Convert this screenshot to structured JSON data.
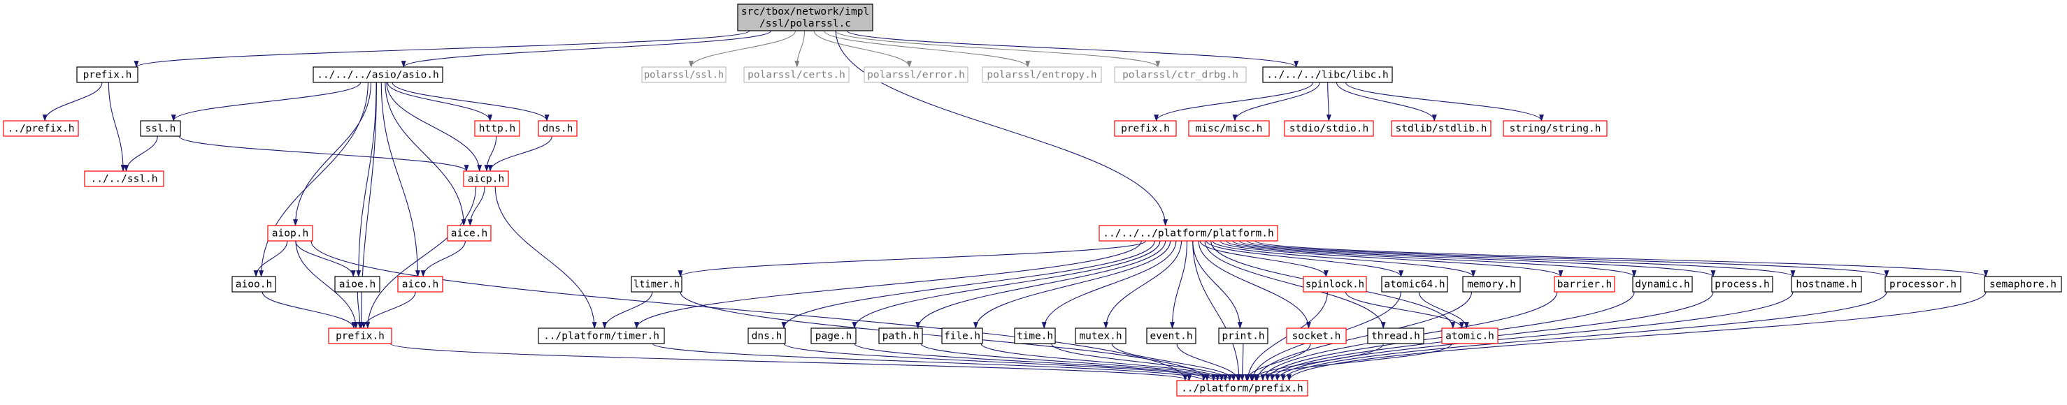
{
  "colors": {
    "edge": "#191970",
    "gray_edge": "#808080",
    "red_border": "#ff0000",
    "black_border": "#000000",
    "gray_border": "#bfbfbf",
    "root_fill": "#bfbfbf",
    "text": "#000000"
  },
  "nodes": [
    {
      "id": "root",
      "lines": [
        "src/tbox/network/impl",
        "/ssl/polarssl.c"
      ],
      "style": "root"
    },
    {
      "id": "prefix_h",
      "lines": [
        "prefix.h"
      ],
      "style": "black"
    },
    {
      "id": "asio_h",
      "lines": [
        "../../../asio/asio.h"
      ],
      "style": "black"
    },
    {
      "id": "polarssl_ssl_h",
      "lines": [
        "polarssl/ssl.h"
      ],
      "style": "gray"
    },
    {
      "id": "polarssl_certs_h",
      "lines": [
        "polarssl/certs.h"
      ],
      "style": "gray"
    },
    {
      "id": "polarssl_error_h",
      "lines": [
        "polarssl/error.h"
      ],
      "style": "gray"
    },
    {
      "id": "polarssl_entropy_h",
      "lines": [
        "polarssl/entropy.h"
      ],
      "style": "gray"
    },
    {
      "id": "polarssl_ctr_drbg_h",
      "lines": [
        "polarssl/ctr_drbg.h"
      ],
      "style": "gray"
    },
    {
      "id": "libc_h",
      "lines": [
        "../../../libc/libc.h"
      ],
      "style": "black"
    },
    {
      "id": "up_prefix_h",
      "lines": [
        "../prefix.h"
      ],
      "style": "red"
    },
    {
      "id": "up_ssl_h",
      "lines": [
        "../../ssl.h"
      ],
      "style": "red"
    },
    {
      "id": "ssl_h",
      "lines": [
        "ssl.h"
      ],
      "style": "black"
    },
    {
      "id": "http_h",
      "lines": [
        "http.h"
      ],
      "style": "red"
    },
    {
      "id": "dns_h_top",
      "lines": [
        "dns.h"
      ],
      "style": "red"
    },
    {
      "id": "aicp_h",
      "lines": [
        "aicp.h"
      ],
      "style": "red"
    },
    {
      "id": "aice_h",
      "lines": [
        "aice.h"
      ],
      "style": "red"
    },
    {
      "id": "aiop_h",
      "lines": [
        "aiop.h"
      ],
      "style": "red"
    },
    {
      "id": "aioo_h",
      "lines": [
        "aioo.h"
      ],
      "style": "black"
    },
    {
      "id": "aioe_h",
      "lines": [
        "aioe.h"
      ],
      "style": "black"
    },
    {
      "id": "aico_h",
      "lines": [
        "aico.h"
      ],
      "style": "red"
    },
    {
      "id": "asio_prefix_h",
      "lines": [
        "prefix.h"
      ],
      "style": "red"
    },
    {
      "id": "platform_timer_h",
      "lines": [
        "../platform/timer.h"
      ],
      "style": "black"
    },
    {
      "id": "libc_prefix_h",
      "lines": [
        "prefix.h"
      ],
      "style": "red"
    },
    {
      "id": "misc_h",
      "lines": [
        "misc/misc.h"
      ],
      "style": "red"
    },
    {
      "id": "stdio_h",
      "lines": [
        "stdio/stdio.h"
      ],
      "style": "red"
    },
    {
      "id": "stdlib_h",
      "lines": [
        "stdlib/stdlib.h"
      ],
      "style": "red"
    },
    {
      "id": "string_h",
      "lines": [
        "string/string.h"
      ],
      "style": "red"
    },
    {
      "id": "platform_h",
      "lines": [
        "../../../platform/platform.h"
      ],
      "style": "red"
    },
    {
      "id": "ltimer_h",
      "lines": [
        "ltimer.h"
      ],
      "style": "black"
    },
    {
      "id": "spinlock_h",
      "lines": [
        "spinlock.h"
      ],
      "style": "red"
    },
    {
      "id": "atomic64_h",
      "lines": [
        "atomic64.h"
      ],
      "style": "black"
    },
    {
      "id": "memory_h",
      "lines": [
        "memory.h"
      ],
      "style": "black"
    },
    {
      "id": "barrier_h",
      "lines": [
        "barrier.h"
      ],
      "style": "red"
    },
    {
      "id": "dynamic_h",
      "lines": [
        "dynamic.h"
      ],
      "style": "black"
    },
    {
      "id": "process_h",
      "lines": [
        "process.h"
      ],
      "style": "black"
    },
    {
      "id": "hostname_h",
      "lines": [
        "hostname.h"
      ],
      "style": "black"
    },
    {
      "id": "processor_h",
      "lines": [
        "processor.h"
      ],
      "style": "black"
    },
    {
      "id": "semaphore_h",
      "lines": [
        "semaphore.h"
      ],
      "style": "black"
    },
    {
      "id": "dns_h",
      "lines": [
        "dns.h"
      ],
      "style": "black"
    },
    {
      "id": "page_h",
      "lines": [
        "page.h"
      ],
      "style": "black"
    },
    {
      "id": "path_h",
      "lines": [
        "path.h"
      ],
      "style": "black"
    },
    {
      "id": "file_h",
      "lines": [
        "file.h"
      ],
      "style": "black"
    },
    {
      "id": "time_h",
      "lines": [
        "time.h"
      ],
      "style": "black"
    },
    {
      "id": "mutex_h",
      "lines": [
        "mutex.h"
      ],
      "style": "black"
    },
    {
      "id": "event_h",
      "lines": [
        "event.h"
      ],
      "style": "black"
    },
    {
      "id": "print_h",
      "lines": [
        "print.h"
      ],
      "style": "black"
    },
    {
      "id": "socket_h",
      "lines": [
        "socket.h"
      ],
      "style": "red"
    },
    {
      "id": "thread_h",
      "lines": [
        "thread.h"
      ],
      "style": "black"
    },
    {
      "id": "atomic_h",
      "lines": [
        "atomic.h"
      ],
      "style": "red"
    },
    {
      "id": "platform_prefix_h",
      "lines": [
        "../platform/prefix.h"
      ],
      "style": "red"
    }
  ],
  "edges": [
    [
      "root",
      "prefix_h"
    ],
    [
      "root",
      "asio_h"
    ],
    [
      "root",
      "polarssl_ssl_h"
    ],
    [
      "root",
      "polarssl_certs_h"
    ],
    [
      "root",
      "polarssl_error_h"
    ],
    [
      "root",
      "polarssl_entropy_h"
    ],
    [
      "root",
      "polarssl_ctr_drbg_h"
    ],
    [
      "root",
      "libc_h"
    ],
    [
      "root",
      "platform_h"
    ],
    [
      "prefix_h",
      "up_prefix_h"
    ],
    [
      "prefix_h",
      "up_ssl_h"
    ],
    [
      "asio_h",
      "ssl_h"
    ],
    [
      "asio_h",
      "http_h"
    ],
    [
      "asio_h",
      "dns_h_top"
    ],
    [
      "asio_h",
      "aicp_h"
    ],
    [
      "asio_h",
      "aice_h"
    ],
    [
      "asio_h",
      "aiop_h"
    ],
    [
      "asio_h",
      "aioo_h"
    ],
    [
      "asio_h",
      "aioe_h"
    ],
    [
      "asio_h",
      "aico_h"
    ],
    [
      "asio_h",
      "asio_prefix_h"
    ],
    [
      "ssl_h",
      "up_ssl_h"
    ],
    [
      "ssl_h",
      "aicp_h"
    ],
    [
      "http_h",
      "aicp_h"
    ],
    [
      "dns_h_top",
      "aicp_h"
    ],
    [
      "aicp_h",
      "aice_h"
    ],
    [
      "aicp_h",
      "platform_timer_h"
    ],
    [
      "aicp_h",
      "asio_prefix_h"
    ],
    [
      "aice_h",
      "aico_h"
    ],
    [
      "aiop_h",
      "aioo_h"
    ],
    [
      "aiop_h",
      "aioe_h"
    ],
    [
      "aiop_h",
      "asio_prefix_h"
    ],
    [
      "aiop_h",
      "platform_prefix_h"
    ],
    [
      "aioo_h",
      "asio_prefix_h"
    ],
    [
      "aioe_h",
      "asio_prefix_h"
    ],
    [
      "aico_h",
      "asio_prefix_h"
    ],
    [
      "asio_prefix_h",
      "platform_prefix_h"
    ],
    [
      "platform_timer_h",
      "platform_prefix_h"
    ],
    [
      "libc_h",
      "libc_prefix_h"
    ],
    [
      "libc_h",
      "misc_h"
    ],
    [
      "libc_h",
      "stdio_h"
    ],
    [
      "libc_h",
      "stdlib_h"
    ],
    [
      "libc_h",
      "string_h"
    ],
    [
      "platform_h",
      "platform_timer_h"
    ],
    [
      "platform_h",
      "ltimer_h"
    ],
    [
      "platform_h",
      "spinlock_h"
    ],
    [
      "platform_h",
      "atomic64_h"
    ],
    [
      "platform_h",
      "memory_h"
    ],
    [
      "platform_h",
      "barrier_h"
    ],
    [
      "platform_h",
      "dynamic_h"
    ],
    [
      "platform_h",
      "process_h"
    ],
    [
      "platform_h",
      "hostname_h"
    ],
    [
      "platform_h",
      "processor_h"
    ],
    [
      "platform_h",
      "semaphore_h"
    ],
    [
      "platform_h",
      "dns_h"
    ],
    [
      "platform_h",
      "page_h"
    ],
    [
      "platform_h",
      "path_h"
    ],
    [
      "platform_h",
      "file_h"
    ],
    [
      "platform_h",
      "time_h"
    ],
    [
      "platform_h",
      "mutex_h"
    ],
    [
      "platform_h",
      "event_h"
    ],
    [
      "platform_h",
      "print_h"
    ],
    [
      "platform_h",
      "socket_h"
    ],
    [
      "platform_h",
      "thread_h"
    ],
    [
      "platform_h",
      "atomic_h"
    ],
    [
      "platform_h",
      "platform_prefix_h"
    ],
    [
      "ltimer_h",
      "platform_timer_h"
    ],
    [
      "ltimer_h",
      "platform_prefix_h"
    ],
    [
      "spinlock_h",
      "atomic_h"
    ],
    [
      "spinlock_h",
      "platform_prefix_h"
    ],
    [
      "atomic64_h",
      "atomic_h"
    ],
    [
      "atomic64_h",
      "platform_prefix_h"
    ],
    [
      "memory_h",
      "platform_prefix_h"
    ],
    [
      "barrier_h",
      "platform_prefix_h"
    ],
    [
      "dynamic_h",
      "platform_prefix_h"
    ],
    [
      "process_h",
      "platform_prefix_h"
    ],
    [
      "hostname_h",
      "platform_prefix_h"
    ],
    [
      "processor_h",
      "platform_prefix_h"
    ],
    [
      "semaphore_h",
      "platform_prefix_h"
    ],
    [
      "dns_h",
      "platform_prefix_h"
    ],
    [
      "page_h",
      "platform_prefix_h"
    ],
    [
      "path_h",
      "platform_prefix_h"
    ],
    [
      "file_h",
      "platform_prefix_h"
    ],
    [
      "time_h",
      "platform_prefix_h"
    ],
    [
      "mutex_h",
      "platform_prefix_h"
    ],
    [
      "event_h",
      "platform_prefix_h"
    ],
    [
      "print_h",
      "platform_prefix_h"
    ],
    [
      "socket_h",
      "platform_prefix_h"
    ],
    [
      "thread_h",
      "platform_prefix_h"
    ],
    [
      "atomic_h",
      "platform_prefix_h"
    ]
  ]
}
